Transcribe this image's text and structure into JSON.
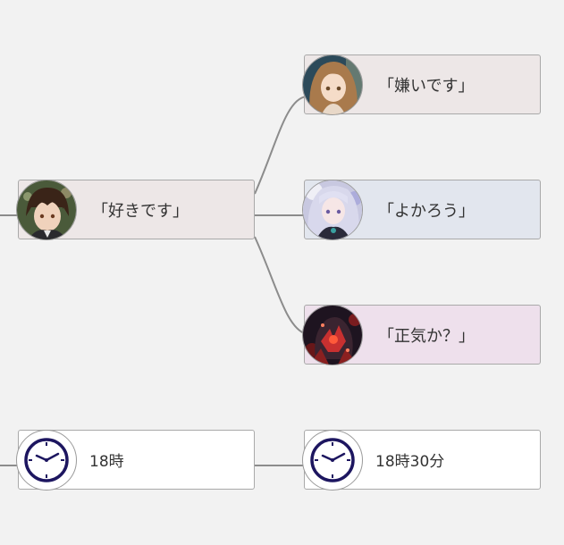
{
  "nodes": {
    "root": {
      "text": "「好きです」",
      "fill": "#ede7e7"
    },
    "reply_1": {
      "text": "「嫌いです」",
      "fill": "#ede7e7"
    },
    "reply_2": {
      "text": "「よかろう」",
      "fill": "#e2e6ee"
    },
    "reply_3": {
      "text": "「正気か？」",
      "fill": "#eee0ec"
    },
    "time_1": {
      "text": "18時",
      "fill": "#ffffff",
      "icon": "clock-icon"
    },
    "time_2": {
      "text": "18時30分",
      "fill": "#ffffff",
      "icon": "clock-icon"
    }
  },
  "colors": {
    "background": "#f2f2f2",
    "connector": "#8c8c8c",
    "node_border": "#a9a9a9",
    "clock": "#1d1660"
  }
}
